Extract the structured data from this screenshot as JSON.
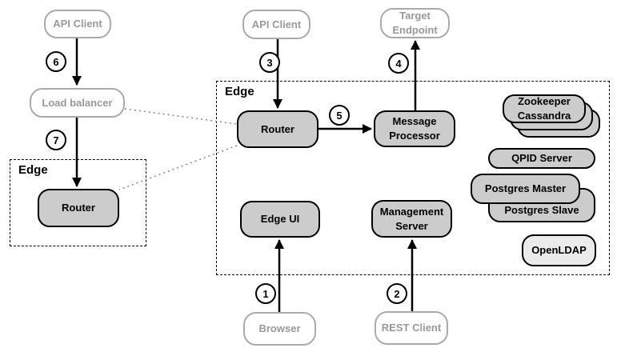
{
  "colors": {
    "background": "#ffffff",
    "node_fill": "#cccccc",
    "node_border": "#000000",
    "node_text": "#000000",
    "client_border": "#aaaaaa",
    "client_text": "#999999",
    "openldap_fill": "#ebebeb",
    "group_border": "#000000",
    "arrow": "#000000",
    "dotted_line": "#888888"
  },
  "groups": {
    "edge_left": {
      "label": "Edge"
    },
    "edge_main": {
      "label": "Edge"
    }
  },
  "nodes": {
    "api_client_left": {
      "label": "API Client"
    },
    "load_balancer": {
      "label": "Load balancer"
    },
    "router_left": {
      "label": "Router"
    },
    "api_client_top": {
      "label": "API Client"
    },
    "target_endpoint": {
      "label": "Target\nEndpoint"
    },
    "router_main": {
      "label": "Router"
    },
    "message_processor": {
      "label": "Message\nProcessor"
    },
    "edge_ui": {
      "label": "Edge UI"
    },
    "management_server": {
      "label": "Management\nServer"
    },
    "browser": {
      "label": "Browser"
    },
    "rest_client": {
      "label": "REST Client"
    },
    "zookeeper_cassandra": {
      "label": "Zookeeper\nCassandra"
    },
    "qpid_server": {
      "label": "QPID Server"
    },
    "postgres_master": {
      "label": "Postgres Master"
    },
    "postgres_slave": {
      "label": "Postgres Slave"
    },
    "openldap": {
      "label": "OpenLDAP"
    }
  },
  "steps": {
    "s1": "1",
    "s2": "2",
    "s3": "3",
    "s4": "4",
    "s5": "5",
    "s6": "6",
    "s7": "7"
  }
}
